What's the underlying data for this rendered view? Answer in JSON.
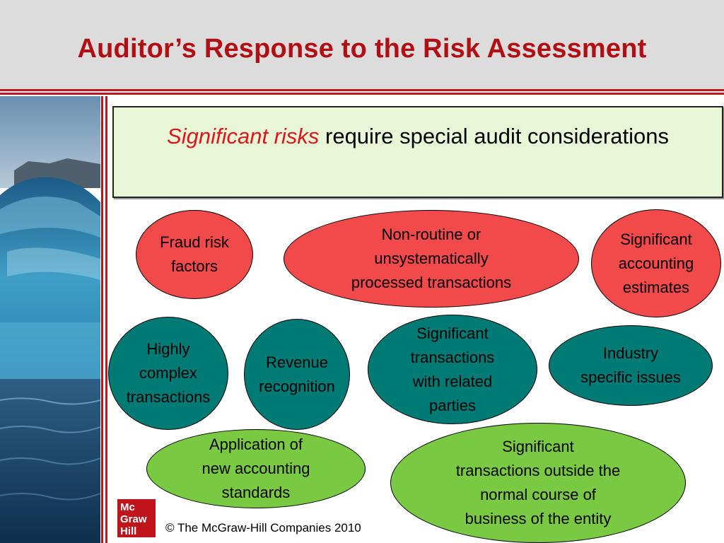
{
  "slide": {
    "title": "Auditor’s Response to the Risk Assessment",
    "callout": {
      "emphasis": "Significant risks",
      "text": " require special audit considerations"
    },
    "bubbles": [
      {
        "label": "Fraud risk\nfactors",
        "color": "red"
      },
      {
        "label": "Non-routine or\nunsystematically\nprocessed transactions",
        "color": "red"
      },
      {
        "label": "Significant\naccounting\nestimates",
        "color": "red"
      },
      {
        "label": "Highly\ncomplex\ntransactions",
        "color": "teal"
      },
      {
        "label": "Revenue\nrecognition",
        "color": "teal"
      },
      {
        "label": "Significant\ntransactions\nwith related\nparties",
        "color": "teal"
      },
      {
        "label": "Industry\nspecific issues",
        "color": "teal"
      },
      {
        "label": "Application of\nnew accounting\nstandards",
        "color": "green"
      },
      {
        "label": "Significant\ntransactions outside the\nnormal course of\nbusiness of the entity",
        "color": "green"
      }
    ],
    "colors": {
      "red": "#f24a4a",
      "teal": "#007a75",
      "green": "#7ac943",
      "title": "#b00f14",
      "callout_bg": "#e8f8d6"
    },
    "logo": [
      "Mc",
      "Graw",
      "Hill"
    ],
    "copyright": "© The McGraw-Hill Companies 2010"
  }
}
